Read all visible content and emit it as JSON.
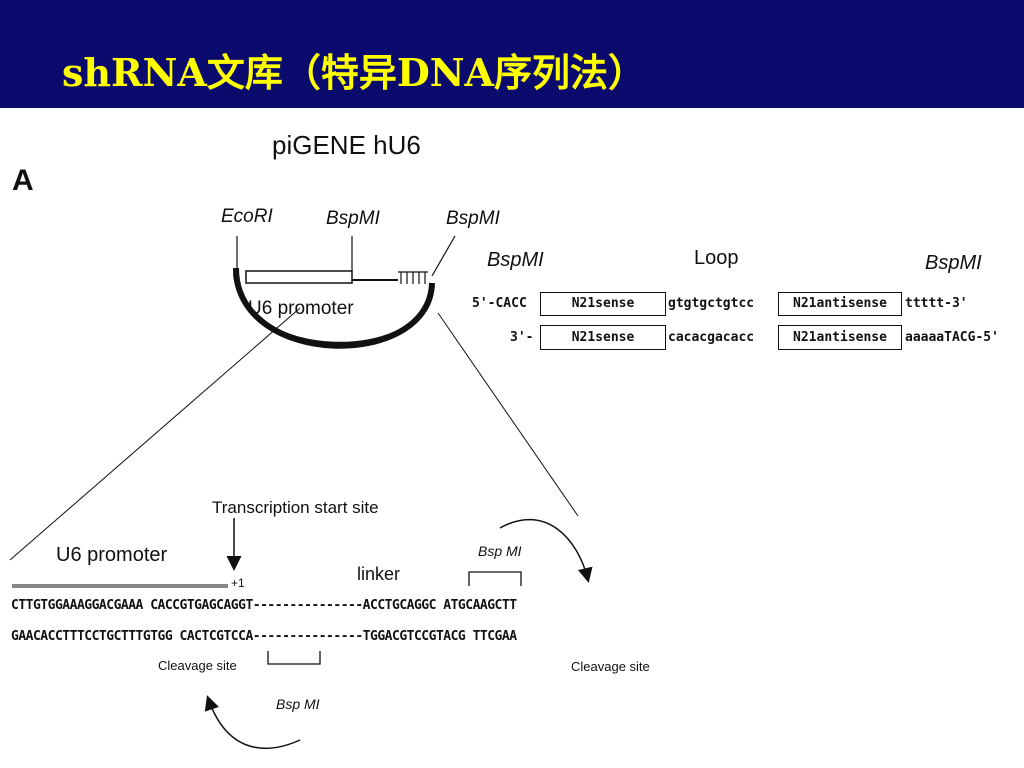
{
  "slide": {
    "title": "shRNA文库（特异DNA序列法）"
  },
  "figure": {
    "panel_label": "A",
    "vector_name": "piGENE hU6",
    "sites": {
      "ecori": "EcoRI",
      "bspmi_1": "BspMI",
      "bspmi_2": "BspMI"
    },
    "terminator_mark": "TTTTT",
    "u6_promoter_label": "U6 promoter",
    "insert": {
      "left_site": "BspMI",
      "loop_label": "Loop",
      "right_site": "BspMI",
      "top_prefix": "5'-CACC",
      "top_sense": "N21sense",
      "top_loop": "gtgtgctgtcc",
      "top_antisense": "N21antisense",
      "top_suffix": "ttttt-3'",
      "bottom_prefix": "3'-",
      "bottom_sense": "N21sense",
      "bottom_loop": "cacacgacacc",
      "bottom_antisense": "N21antisense",
      "bottom_suffix": "aaaaaTACG-5'"
    },
    "detail": {
      "transcription_start": "Transcription start site",
      "u6_promoter": "U6 promoter",
      "plus_one": "+1",
      "linker": "linker",
      "bspmi_upper": "Bsp MI",
      "bspmi_lower": "Bsp MI",
      "seq_top": "CTTGTGGAAAGGACGAAA CACCGTGAGCAGGT---------------ACCTGCAGGC ATGCAAGCTT",
      "seq_bottom": "GAACACCTTTCCTGCTTTGTGG CACTCGTCCA---------------TGGACGTCCGTACG TTCGAA",
      "cleavage_left": "Cleavage site",
      "cleavage_right": "Cleavage site"
    }
  }
}
